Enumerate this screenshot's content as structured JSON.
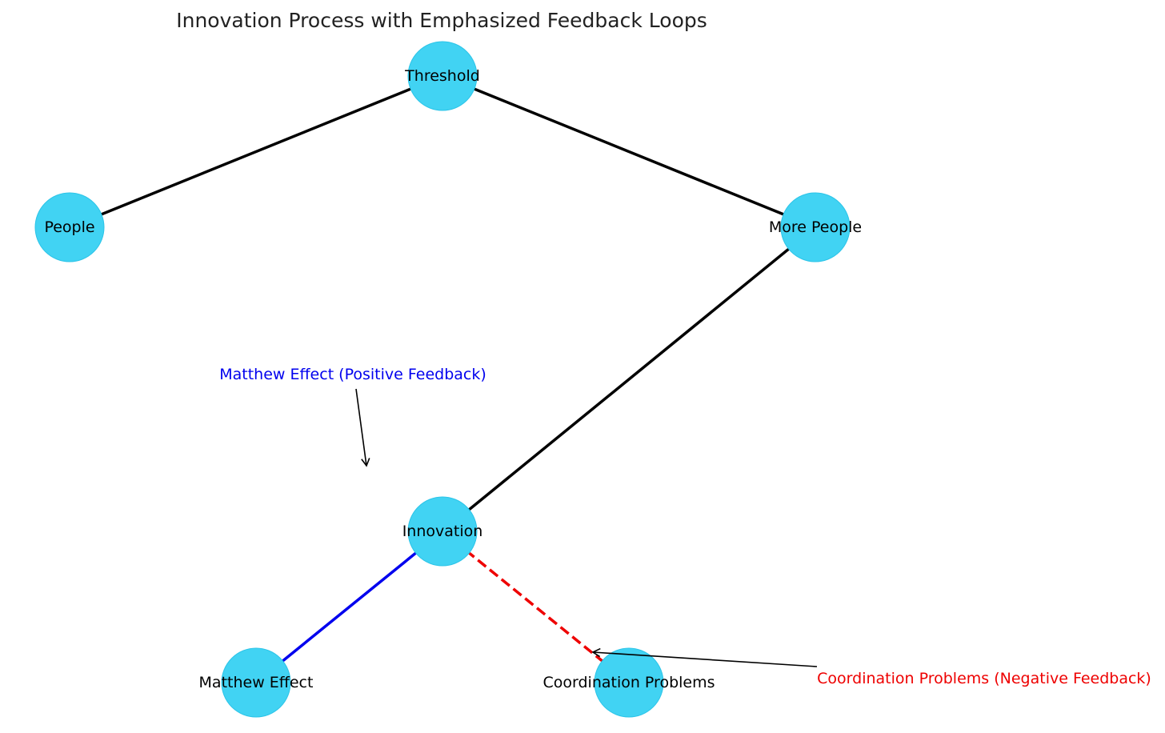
{
  "title": "Innovation Process with Emphasized Feedback Loops",
  "colors": {
    "node_fill": "#41d3f3",
    "node_stroke": "#2bc4e8",
    "edge_default": "#000000",
    "positive_feedback": "#0000ee",
    "negative_feedback": "#ee0000",
    "arrow": "#000000"
  },
  "nodes": {
    "threshold": "Threshold",
    "people": "People",
    "more_people": "More People",
    "innovation": "Innovation",
    "matthew_effect": "Matthew Effect",
    "coordination_problems": "Coordination Problems"
  },
  "edges": [
    {
      "from": "people",
      "to": "threshold",
      "style": "solid",
      "color": "black"
    },
    {
      "from": "threshold",
      "to": "more_people",
      "style": "solid",
      "color": "black"
    },
    {
      "from": "more_people",
      "to": "innovation",
      "style": "solid",
      "color": "black"
    },
    {
      "from": "innovation",
      "to": "matthew_effect",
      "style": "solid",
      "color": "blue"
    },
    {
      "from": "innovation",
      "to": "coordination_problems",
      "style": "dashed",
      "color": "red"
    }
  ],
  "annotations": {
    "positive": "Matthew Effect (Positive Feedback)",
    "negative": "Coordination Problems (Negative Feedback)"
  }
}
